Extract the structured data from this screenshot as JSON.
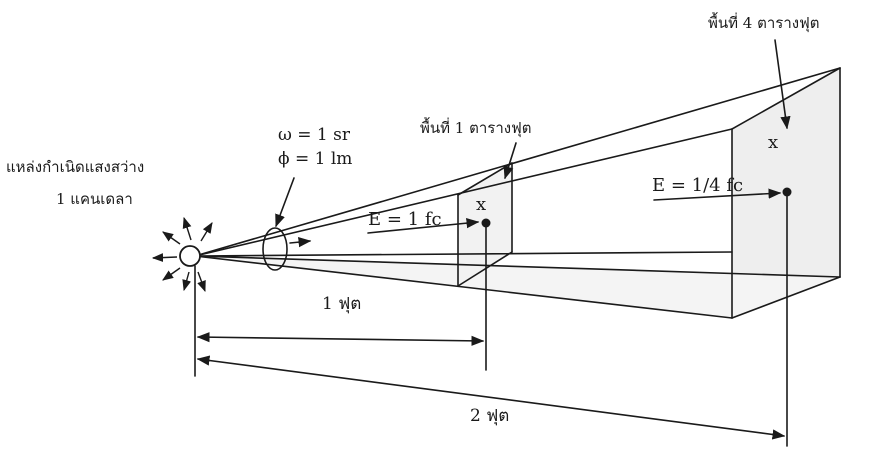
{
  "labels": {
    "source_line1": "แหล่งกำเนิดแสงสว่าง",
    "source_line2": "1 แคนเดลา",
    "omega": "ω = 1 sr",
    "phi": "ϕ = 1 lm",
    "area_1": "พื้นที่ 1 ตารางฟุต",
    "area_4": "พื้นที่ 4 ตารางฟุต",
    "illum_1": "E = 1 fc",
    "illum_2": "E = 1/4 fc",
    "mark_1": "x",
    "mark_2": "x",
    "dist_1": "1 ฟุต",
    "dist_2": "2 ฟุต"
  },
  "colors": {
    "ink": "#1a1a1a",
    "shade": "#eeeeee"
  }
}
